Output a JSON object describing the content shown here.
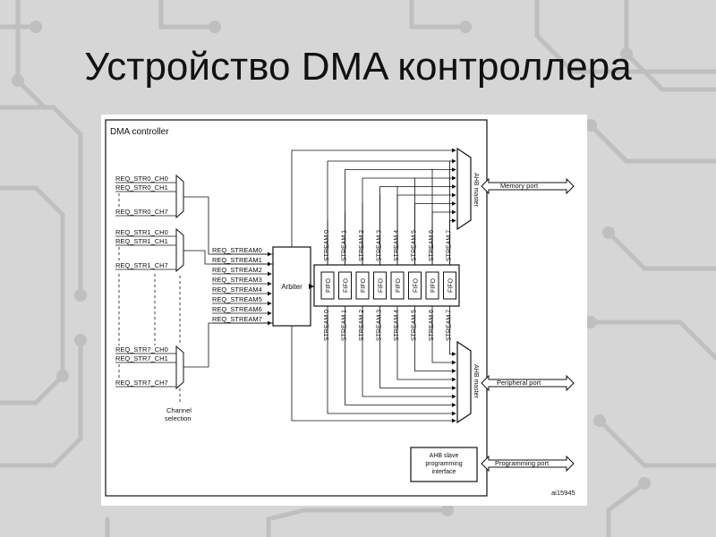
{
  "slide": {
    "title": "Устройство DMA контроллера"
  },
  "diagram": {
    "title": "DMA controller",
    "request_groups": [
      {
        "labels": [
          "REQ_STR0_CH0",
          "REQ_STR0_CH1",
          "REQ_STR0_CH7"
        ]
      },
      {
        "labels": [
          "REQ_STR1_CH0",
          "REQ_STR1_CH1",
          "REQ_STR1_CH7"
        ]
      },
      {
        "labels": [
          "REQ_STR7_CH0",
          "REQ_STR7_CH1",
          "REQ_STR7_CH7"
        ]
      }
    ],
    "channel_selection": [
      "Channel",
      "selection"
    ],
    "req_streams": [
      "REQ_STREAM0",
      "REQ_STREAM1",
      "REQ_STREAM2",
      "REQ_STREAM3",
      "REQ_STREAM4",
      "REQ_STREAM5",
      "REQ_STREAM6",
      "REQ_STREAM7"
    ],
    "arbiter": "Arbiter",
    "fifo_label": "FIFO",
    "streams": [
      "STREAM 0",
      "STREAM 1",
      "STREAM 2",
      "STREAM 3",
      "STREAM 4",
      "STREAM 5",
      "STREAM 6",
      "STREAM 7"
    ],
    "ahb_master": "AHB master",
    "memory_port": "Memory port",
    "peripheral_port": "Peripheral port",
    "programming_port": "Programming port",
    "ahb_slave": [
      "AHB slave",
      "programming",
      "interface"
    ],
    "figure_id": "ai15945"
  },
  "colors": {
    "background": "#d6d6d6",
    "pattern": "#bcbcbc",
    "line": "#111111"
  }
}
